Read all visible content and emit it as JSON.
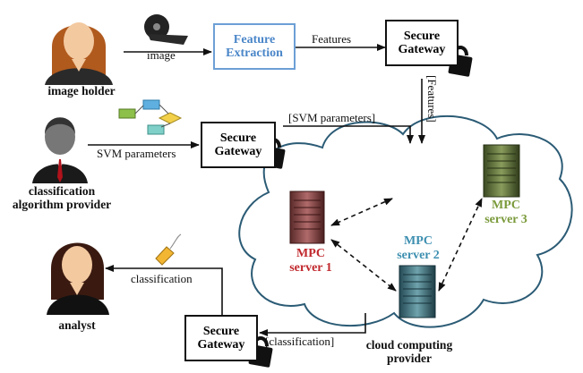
{
  "actors": {
    "image_holder": "image holder",
    "classification_provider": "classification\nalgorithm provider",
    "analyst": "analyst",
    "cloud_provider": "cloud computing\nprovider"
  },
  "boxes": {
    "feature_extraction": "Feature\nExtraction",
    "gateway_top": "Secure\nGateway",
    "gateway_mid": "Secure\nGateway",
    "gateway_bottom": "Secure\nGateway"
  },
  "edge_labels": {
    "image": "image",
    "features": "Features",
    "features_bracket": "[Features]",
    "svm_parameters": "SVM parameters",
    "svm_parameters_bracket": "[SVM parameters]",
    "classification": "classification",
    "classification_bracket": "[classification]"
  },
  "servers": {
    "server1": "MPC\nserver 1",
    "server2": "MPC\nserver 2",
    "server3": "MPC\nserver 3"
  },
  "colors": {
    "feature_border": "#6d9fd6",
    "feature_text": "#4a86c8",
    "cloud_stroke": "#2b5b75",
    "server1": "#c0282d",
    "server2": "#3d8fb0",
    "server3": "#7a9a3a"
  }
}
